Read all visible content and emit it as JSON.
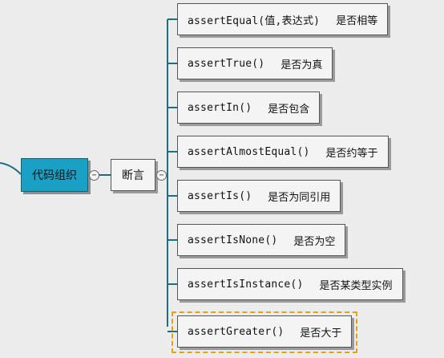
{
  "root": {
    "label": "代码组织"
  },
  "branch": {
    "label": "断言",
    "toggle_symbol": "−"
  },
  "root_toggle_symbol": "−",
  "leaves": [
    {
      "code": "assertEqual(值,表达式)",
      "desc": "是否相等"
    },
    {
      "code": "assertTrue()",
      "desc": "是否为真"
    },
    {
      "code": "assertIn()",
      "desc": "是否包含"
    },
    {
      "code": "assertAlmostEqual()",
      "desc": "是否约等于"
    },
    {
      "code": "assertIs()",
      "desc": "是否为同引用"
    },
    {
      "code": "assertIsNone()",
      "desc": "是否为空"
    },
    {
      "code": "assertIsInstance()",
      "desc": "是否某类型实例"
    },
    {
      "code": "assertGreater()",
      "desc": "是否大于",
      "selected": true
    }
  ],
  "colors": {
    "root_fill": "#1aa0c4",
    "connector": "#1c6f82",
    "selection": "#e0a21d",
    "background": "#ececec"
  }
}
